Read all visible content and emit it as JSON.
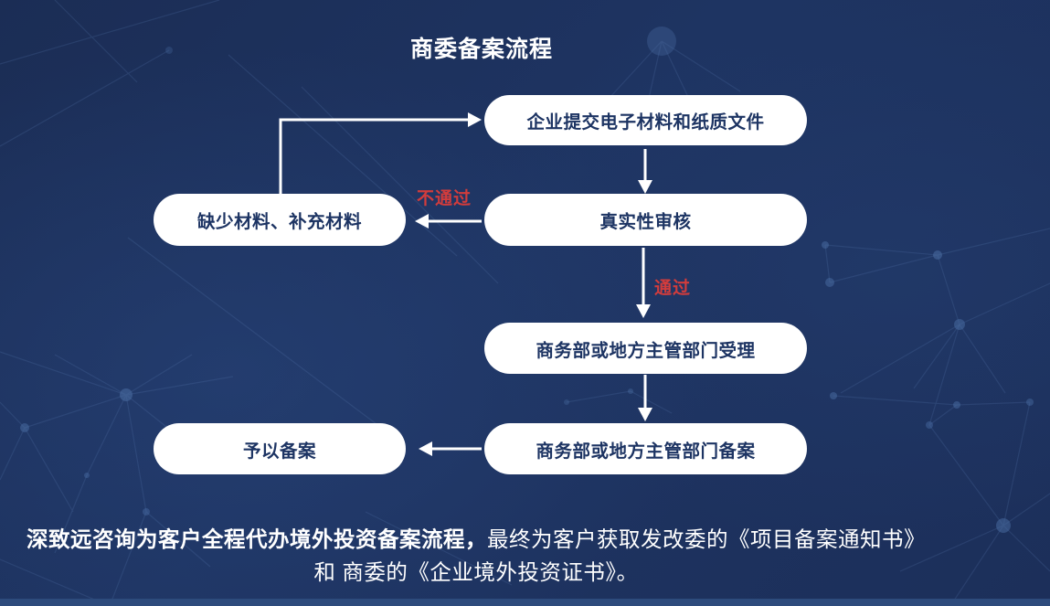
{
  "title": "商委备案流程",
  "flowchart": {
    "nodes": [
      {
        "id": "submit",
        "label": "企业提交电子材料和纸质文件"
      },
      {
        "id": "review",
        "label": "真实性审核"
      },
      {
        "id": "supplement",
        "label": "缺少材料、补充材料"
      },
      {
        "id": "accept",
        "label": "商务部或地方主管部门受理"
      },
      {
        "id": "record",
        "label": "商务部或地方主管部门备案"
      },
      {
        "id": "approved",
        "label": "予以备案"
      }
    ],
    "edge_labels": {
      "fail": "不通过",
      "pass": "通过"
    }
  },
  "footer": {
    "line1_bold": "深致远咨询为客户全程代办境外投资备案流程，",
    "line1_regular": "最终为客户获取发改委的《项目备案通知书》",
    "line2": "和 商委的《企业境外投资证书》。"
  },
  "colors": {
    "background": "#1d3160",
    "network_lines": "#5d82b8",
    "node_fill": "#ffffff",
    "node_text": "#1d3463",
    "arrow": "#ffffff",
    "edge_label_red": "#d23c3c",
    "title_text": "#ffffff",
    "footer_text": "#ffffff",
    "bottom_strip": "#2d4b7c"
  }
}
